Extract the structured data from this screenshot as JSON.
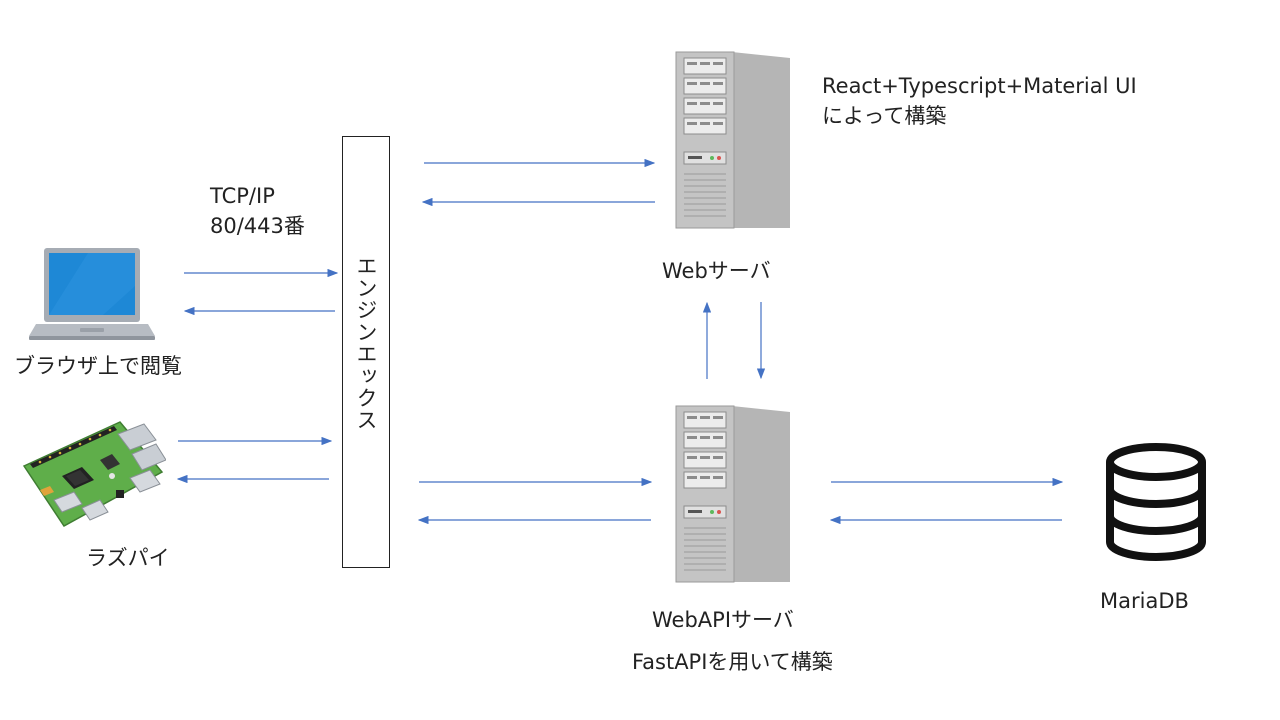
{
  "labels": {
    "tcp_line1": "TCP/IP",
    "tcp_line2": "80/443番",
    "browser": "ブラウザ上で閲覧",
    "raspi": "ラズパイ",
    "nginx": "エンジンエックス",
    "web_server": "Webサーバ",
    "web_note_line1": "React+Typescript+Material UI",
    "web_note_line2": "によって構築",
    "api_server": "WebAPIサーバ",
    "api_note": "FastAPIを用いて構築",
    "db": "MariaDB"
  },
  "colors": {
    "arrow": "#4472c4",
    "laptop_screen": "#1e88d6",
    "laptop_body": "#a6acb4",
    "server_body": "#c4c4c4",
    "board": "#5fae4a",
    "db_stroke": "#111111"
  },
  "icons": {
    "laptop": "laptop-icon",
    "raspi": "raspberry-pi-icon",
    "web_server": "server-tower-icon",
    "api_server": "server-tower-icon",
    "db": "database-icon"
  }
}
